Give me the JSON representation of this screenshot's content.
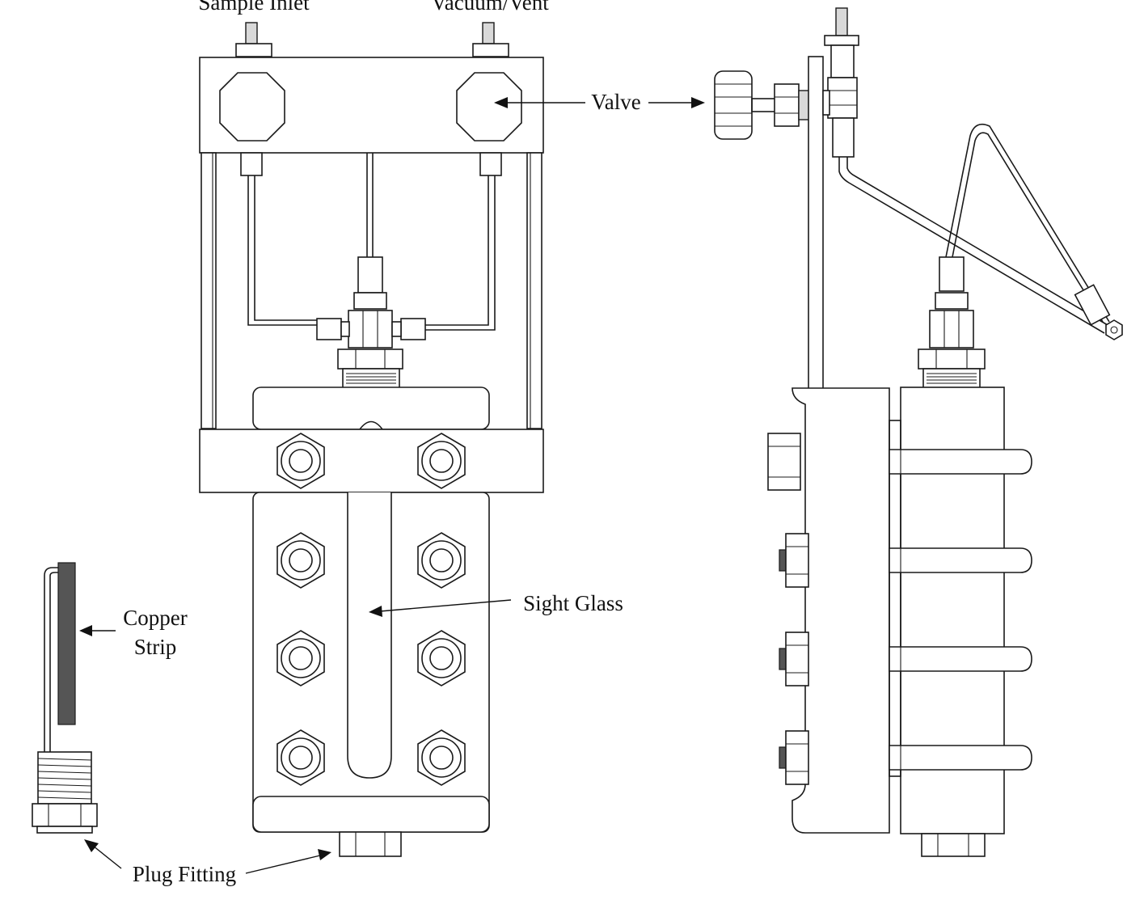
{
  "labels": {
    "sample_inlet": "Sample Inlet",
    "vacuum_vent": "Vacuum/Vent",
    "valve": "Valve",
    "sight_glass": "Sight Glass",
    "copper_line1": "Copper",
    "copper_line2": "Strip",
    "plug_fitting": "Plug Fitting"
  },
  "colors": {
    "line": "#1a1a1a",
    "copper_strip": "#555555",
    "background": "#ffffff"
  }
}
